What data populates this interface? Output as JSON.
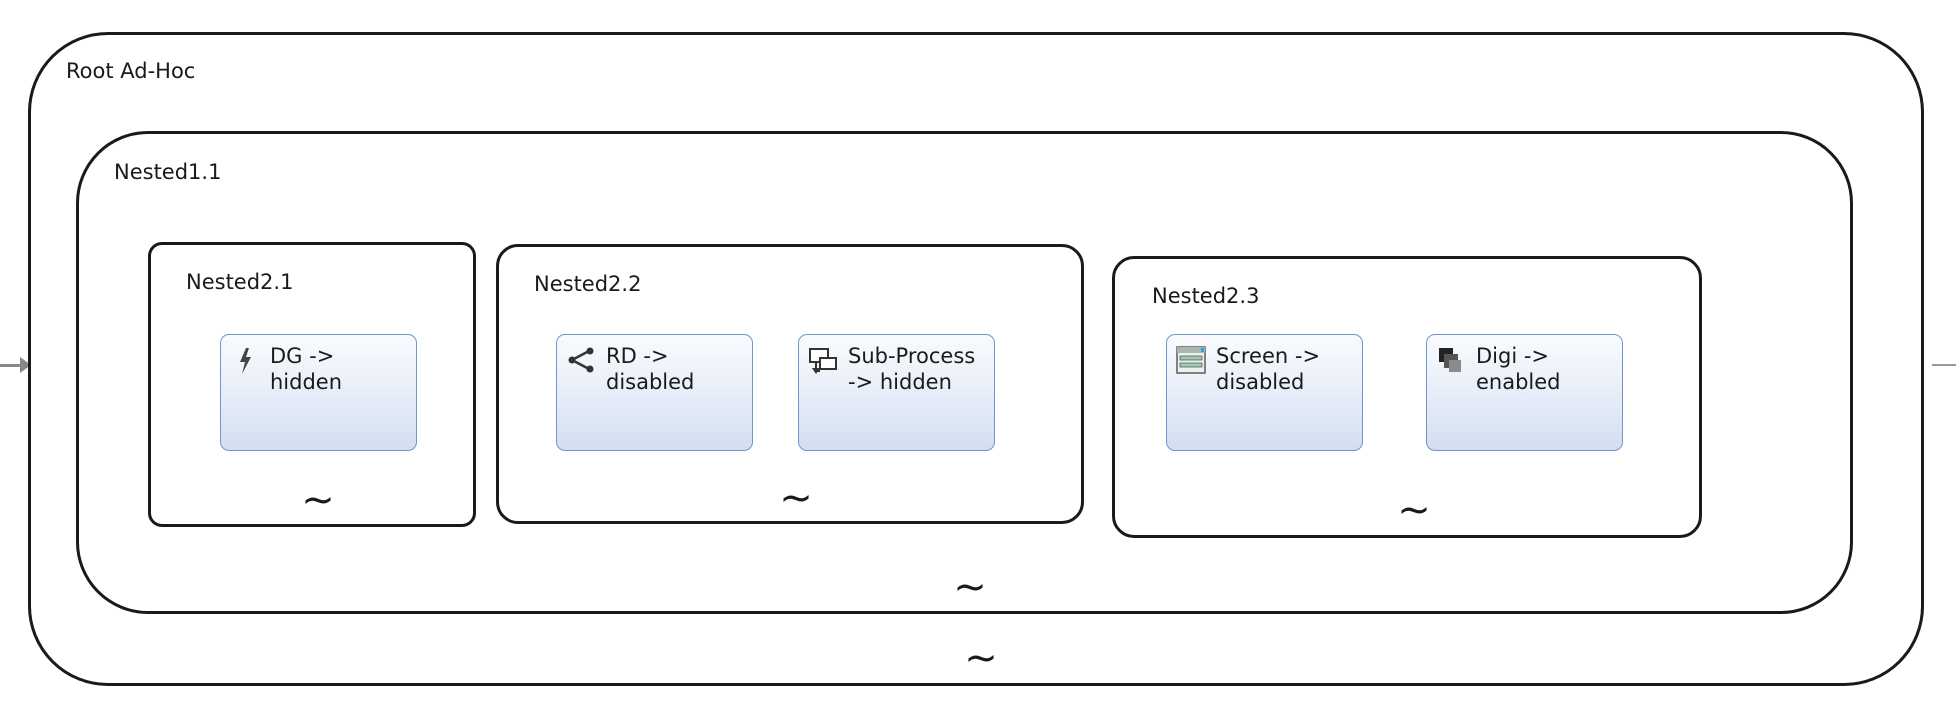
{
  "root": {
    "label": "Root Ad-Hoc",
    "marker": "~",
    "nested": {
      "label": "Nested1.1",
      "marker": "~",
      "groups": [
        {
          "label": "Nested2.1",
          "marker": "~",
          "tasks": [
            {
              "label": "DG ->\nhidden",
              "icon": "lightning-icon"
            }
          ]
        },
        {
          "label": "Nested2.2",
          "marker": "~",
          "tasks": [
            {
              "label": "RD ->\ndisabled",
              "icon": "share-nodes-icon"
            },
            {
              "label": "Sub-Process\n-> hidden",
              "icon": "subprocess-icon"
            }
          ]
        },
        {
          "label": "Nested2.3",
          "marker": "~",
          "tasks": [
            {
              "label": "Screen ->\ndisabled",
              "icon": "form-icon"
            },
            {
              "label": "Digi ->\nenabled",
              "icon": "stack-icon"
            }
          ]
        }
      ]
    }
  },
  "colors": {
    "frame_border": "#1a1a1a",
    "task_border": "#6f96d2",
    "task_fill_top": "#f9fbfe",
    "task_fill_bottom": "#d3def0",
    "connector": "#888888"
  }
}
